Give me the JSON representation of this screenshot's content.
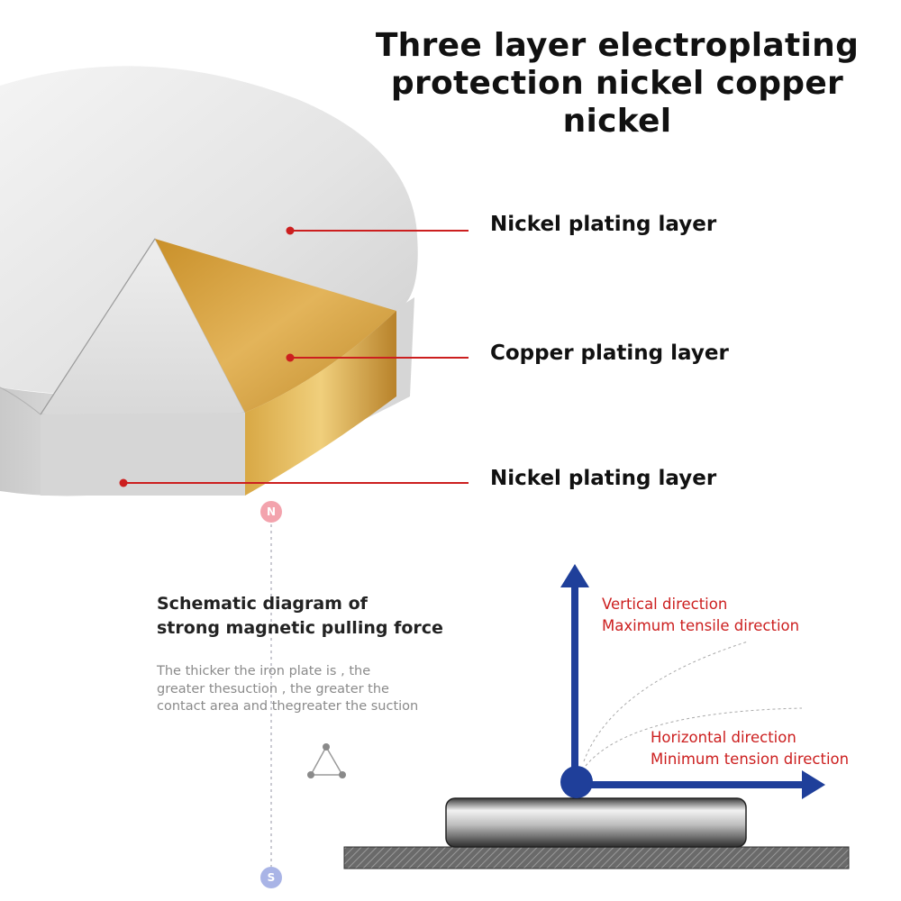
{
  "title": {
    "line1": "Three layer electroplating",
    "line2": "protection nickel copper nickel"
  },
  "layers": [
    {
      "label": "Nickel plating layer"
    },
    {
      "label": "Copper plating layer"
    },
    {
      "label": "Nickel plating layer"
    }
  ],
  "poles": {
    "north": "N",
    "south": "S"
  },
  "schematic": {
    "title_line1": "Schematic diagram of",
    "title_line2": "strong magnetic pulling force",
    "body_line1": "The thicker the iron plate is , the",
    "body_line2": "greater thesuction , the greater the",
    "body_line3": "contact area and thegreater the suction"
  },
  "directions": {
    "vertical_line1": "Vertical direction",
    "vertical_line2": "Maximum tensile direction",
    "horizontal_line1": "Horizontal direction",
    "horizontal_line2": "Minimum tension direction"
  },
  "colors": {
    "accent_red": "#cc1f1f",
    "arrow_blue": "#1f3f9a",
    "copper": "#d9a640",
    "nickel": "#e6e6e6"
  }
}
